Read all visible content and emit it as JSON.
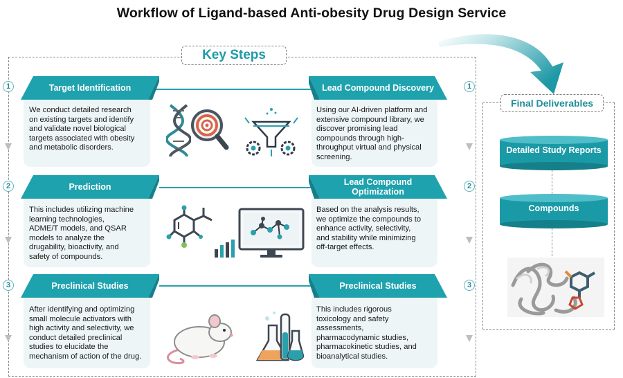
{
  "title": "Workflow of Ligand-based Anti-obesity Drug Design Service",
  "key_steps_label": "Key Steps",
  "final_deliverables_label": "Final Deliverables",
  "steps": [
    {
      "number": "1",
      "left": {
        "heading": "Target Identification",
        "text": [
          "We conduct detailed research",
          "on existing targets and identify",
          "and validate novel biological",
          "targets associated with obesity",
          "and metabolic disorders."
        ]
      },
      "right": {
        "heading": "Lead Compound Discovery",
        "text": [
          "Using our AI-driven platform and",
          "extensive compound library, we",
          "discover promising lead",
          "compounds through high-",
          "throughput virtual and physical",
          "screening."
        ]
      }
    },
    {
      "number": "2",
      "left": {
        "heading": "Prediction",
        "text": [
          "This includes utilizing machine",
          "learning technologies,",
          "ADME/T models, and QSAR",
          "models to analyze the",
          "drugability, bioactivity, and",
          "safety of compounds."
        ]
      },
      "right": {
        "heading": [
          "Lead Compound",
          "Optimization"
        ],
        "text": [
          "Based on the analysis results,",
          "we optimize the compounds to",
          "enhance activity, selectivity,",
          "and stability while minimizing",
          "off-target effects."
        ]
      }
    },
    {
      "number": "3",
      "left": {
        "heading": "Preclinical Studies",
        "text": [
          "After identifying and optimizing",
          "small molecule activators with",
          "high activity and selectivity, we",
          "conduct detailed preclinical",
          "studies to elucidate the",
          "mechanism of action of the drug."
        ]
      },
      "right": {
        "heading": "Preclinical Studies",
        "text": [
          "This includes rigorous",
          "toxicology and safety",
          "assessments,",
          "pharmacodynamic studies,",
          "pharmacokinetic studies, and",
          "bioanalytical studies."
        ]
      }
    }
  ],
  "deliverables": [
    "Detailed Study Reports",
    "Compounds"
  ],
  "icons": [
    "dna-icon",
    "target-magnifier-icon",
    "ai-funnel-gears-icon",
    "molecule-structure-icon",
    "monitor-molecule-chart-icon",
    "lab-mouse-icon",
    "lab-flasks-icon",
    "protein-ligand-complex-icon"
  ],
  "colors": {
    "teal": "#1ea2ae",
    "teal_dark": "#15808b",
    "card_bg": "#eef5f6",
    "heading": "#1f9aa8"
  }
}
